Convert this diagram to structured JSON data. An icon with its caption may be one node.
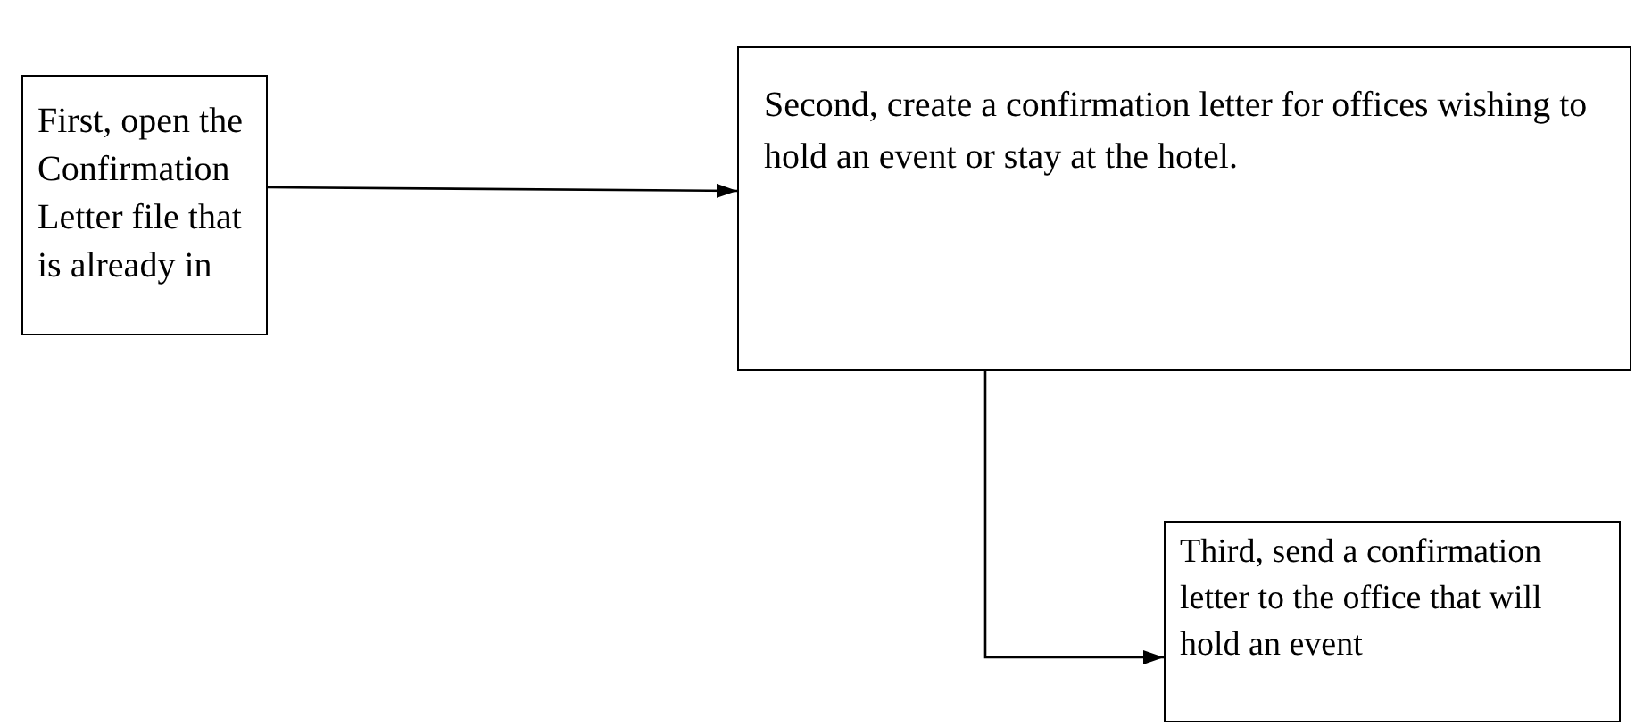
{
  "diagram": {
    "nodes": [
      {
        "text": [
          "First, open the Confirmation Letter file that is already in"
        ]
      },
      {
        "text": [
          "Second, create a confirmation letter for offices wishing to hold an event or stay at the hotel."
        ]
      },
      {
        "text": [
          "Third, send a confirmation letter to the office that will hold an event"
        ]
      }
    ],
    "edges": [
      {
        "from": 0,
        "to": 1,
        "arrow": "to"
      },
      {
        "from": 1,
        "to": 2,
        "arrow": "to"
      }
    ]
  }
}
